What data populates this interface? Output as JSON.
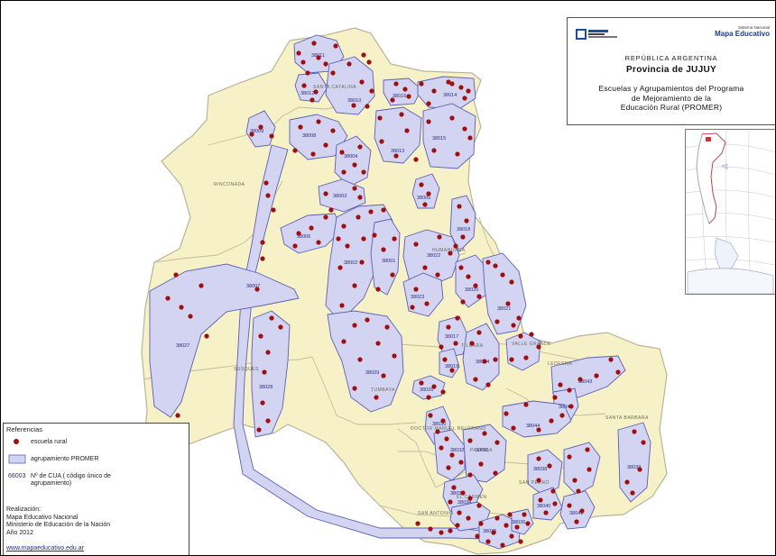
{
  "header": {
    "logo_left": "Ministerio de Educación",
    "logo_right_small": "Sistema Nacional",
    "logo_right": "Mapa Educativo",
    "country": "REPÚBLICA ARGENTINA",
    "province": "Provincia de JUJUY",
    "subtitle": [
      "Escuelas y Agrupamientos del Programa",
      "de Mejoramiento de la",
      "Educación Rural (PROMER)"
    ]
  },
  "colors": {
    "province_fill": "#f7f1c8",
    "border": "#b8b49a",
    "group_fill": "#d3d4f2",
    "group_stroke": "#5b5fb5",
    "school": "#a00e0e",
    "group_label": "#2a2a80"
  },
  "legend": {
    "title": "Referencias",
    "school_label": "escuela rural",
    "group_label": "agrupamiento PROMER",
    "cua_code": "66003",
    "cua_label": "Nº de CUA ( código único de agrupamiento)",
    "credit": [
      "Realización:",
      "Mapa Educativo Nacional",
      "Ministerio de Educación de la Nación",
      "Año 2012"
    ],
    "url": "www.mapaeducativo.edu.ar"
  },
  "departments": [
    "SANTA CATALINA",
    "RINCONADA",
    "HUMAHUACA",
    "SUSQUES",
    "TUMBAYA",
    "TILCARA",
    "VALLE GRANDE",
    "LEDESMA",
    "SANTA BARBARA",
    "DOCTOR MANUEL BELGRANO",
    "PALPALA",
    "SAN PEDRO",
    "SAN ANTONIO",
    "EL CARMEN"
  ],
  "groups": [
    "38011",
    "38012",
    "38010",
    "38016",
    "38014",
    "38009",
    "38008",
    "38013",
    "38015",
    "38004",
    "38003",
    "38005",
    "38006",
    "38002",
    "38001",
    "38018",
    "38022",
    "38023",
    "38020",
    "38007",
    "38021",
    "38027",
    "38017",
    "38028",
    "38024",
    "38019",
    "38029",
    "38043",
    "38026",
    "38042",
    "38044",
    "38030",
    "38031",
    "38038",
    "38039",
    "38032",
    "38033",
    "38034",
    "38040",
    "38041",
    "38035",
    "38036"
  ]
}
